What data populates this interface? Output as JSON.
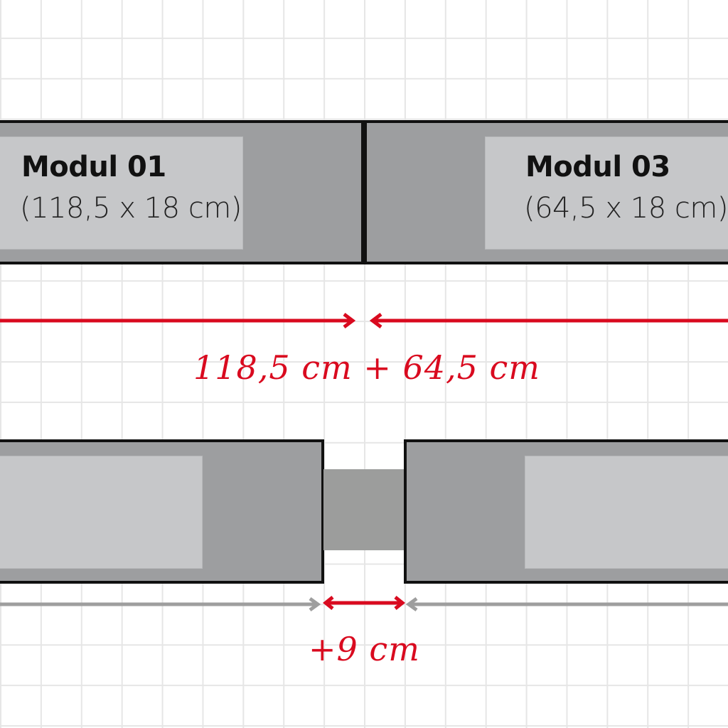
{
  "colors": {
    "accent_red": "#d90a1f",
    "module_outer": "#9d9ea0",
    "module_inner": "#c6c7c9",
    "module_border": "#111111",
    "connector": "#9c9d9c",
    "dimension_gray": "#9e9e9e",
    "grid": "#e6e6e6"
  },
  "top_row": {
    "module_left": {
      "title": "Modul 01",
      "dimensions": "(118,5 x 18 cm)"
    },
    "module_right": {
      "title": "Modul 03",
      "dimensions": "(64,5 x 18 cm)"
    },
    "dimension_label": "118,5 cm + 64,5 cm"
  },
  "bottom_row": {
    "gap_label": "+9 cm"
  },
  "icons": {
    "arrow_right": "arrow-right-icon",
    "arrow_left": "arrow-left-icon",
    "double_arrow": "double-arrow-icon"
  }
}
